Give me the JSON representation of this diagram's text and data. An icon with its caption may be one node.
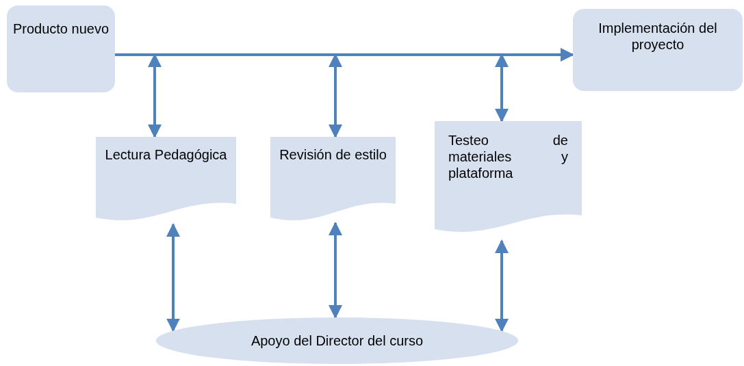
{
  "diagram": {
    "nodes": [
      {
        "text": [
          "Producto nuevo"
        ]
      },
      {
        "text": [
          "Implementación del proyecto"
        ]
      },
      {
        "text": [
          "Lectura Pedagógica"
        ]
      },
      {
        "text": [
          "Revisión de estilo"
        ]
      },
      {
        "text": [
          "Testeo de materiales y plataforma"
        ]
      },
      {
        "text": [
          "Apoyo del Director del curso"
        ]
      }
    ],
    "edges": [
      {
        "from": 0,
        "to": 1,
        "arrow": "to"
      },
      {
        "from": null,
        "to": 2,
        "arrow": "both"
      },
      {
        "from": null,
        "to": 3,
        "arrow": "both"
      },
      {
        "from": null,
        "to": 4,
        "arrow": "both"
      },
      {
        "from": 2,
        "to": 5,
        "arrow": "both"
      },
      {
        "from": 3,
        "to": 5,
        "arrow": "both"
      },
      {
        "from": 4,
        "to": 5,
        "arrow": "both"
      }
    ]
  }
}
